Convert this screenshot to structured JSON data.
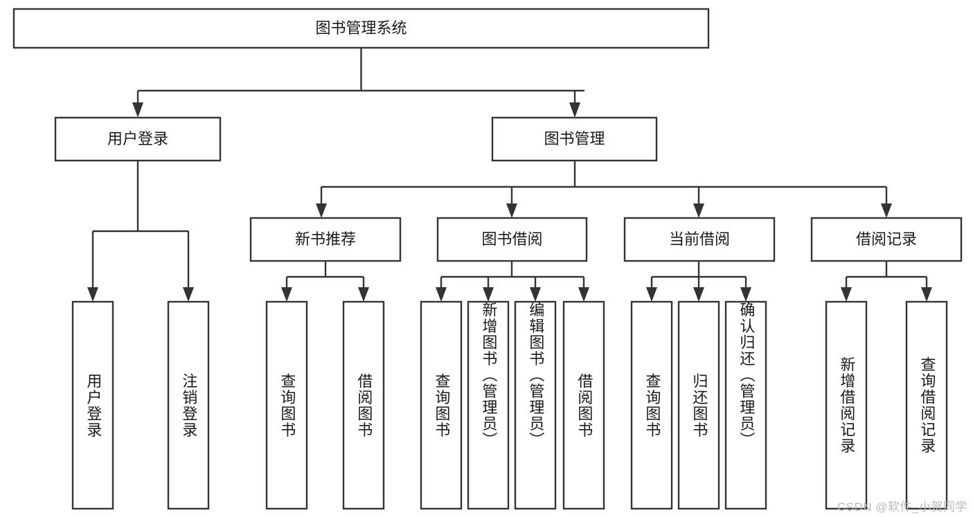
{
  "diagram": {
    "type": "tree-hierarchy",
    "title_node": {
      "id": "root",
      "label": "图书管理系统"
    },
    "level2": [
      {
        "id": "login",
        "label": "用户登录"
      },
      {
        "id": "bookmgmt",
        "label": "图书管理"
      }
    ],
    "level3": [
      {
        "id": "newbook",
        "label": "新书推荐",
        "parent": "bookmgmt"
      },
      {
        "id": "borrow",
        "label": "图书借阅",
        "parent": "bookmgmt"
      },
      {
        "id": "current",
        "label": "当前借阅",
        "parent": "bookmgmt"
      },
      {
        "id": "record",
        "label": "借阅记录",
        "parent": "bookmgmt"
      }
    ],
    "leaves": {
      "login": [
        {
          "id": "leaf-user-login",
          "label": "用户登录"
        },
        {
          "id": "leaf-logout",
          "label": "注销登录"
        }
      ],
      "newbook": [
        {
          "id": "leaf-query-book-1",
          "label": "查询图书"
        },
        {
          "id": "leaf-borrow-book-1",
          "label": "借阅图书"
        }
      ],
      "borrow": [
        {
          "id": "leaf-query-book-2",
          "label": "查询图书"
        },
        {
          "id": "leaf-add-book",
          "label": "新增图书（管理员）"
        },
        {
          "id": "leaf-edit-book",
          "label": "编辑图书（管理员）"
        },
        {
          "id": "leaf-borrow-book-2",
          "label": "借阅图书"
        }
      ],
      "current": [
        {
          "id": "leaf-query-book-3",
          "label": "查询图书"
        },
        {
          "id": "leaf-return-book",
          "label": "归还图书"
        },
        {
          "id": "leaf-confirm-return",
          "label": "确认归还（管理员）"
        }
      ],
      "record": [
        {
          "id": "leaf-add-record",
          "label": "新增借阅记录"
        },
        {
          "id": "leaf-query-record",
          "label": "查询借阅记录"
        }
      ]
    }
  },
  "watermark": {
    "text": "CSDN @软件_小贺同学"
  },
  "colors": {
    "box_stroke": "#333333",
    "box_fill": "#ffffff",
    "text": "#1a1a1a",
    "watermark": "#b9b9b9",
    "background": "#ffffff"
  }
}
